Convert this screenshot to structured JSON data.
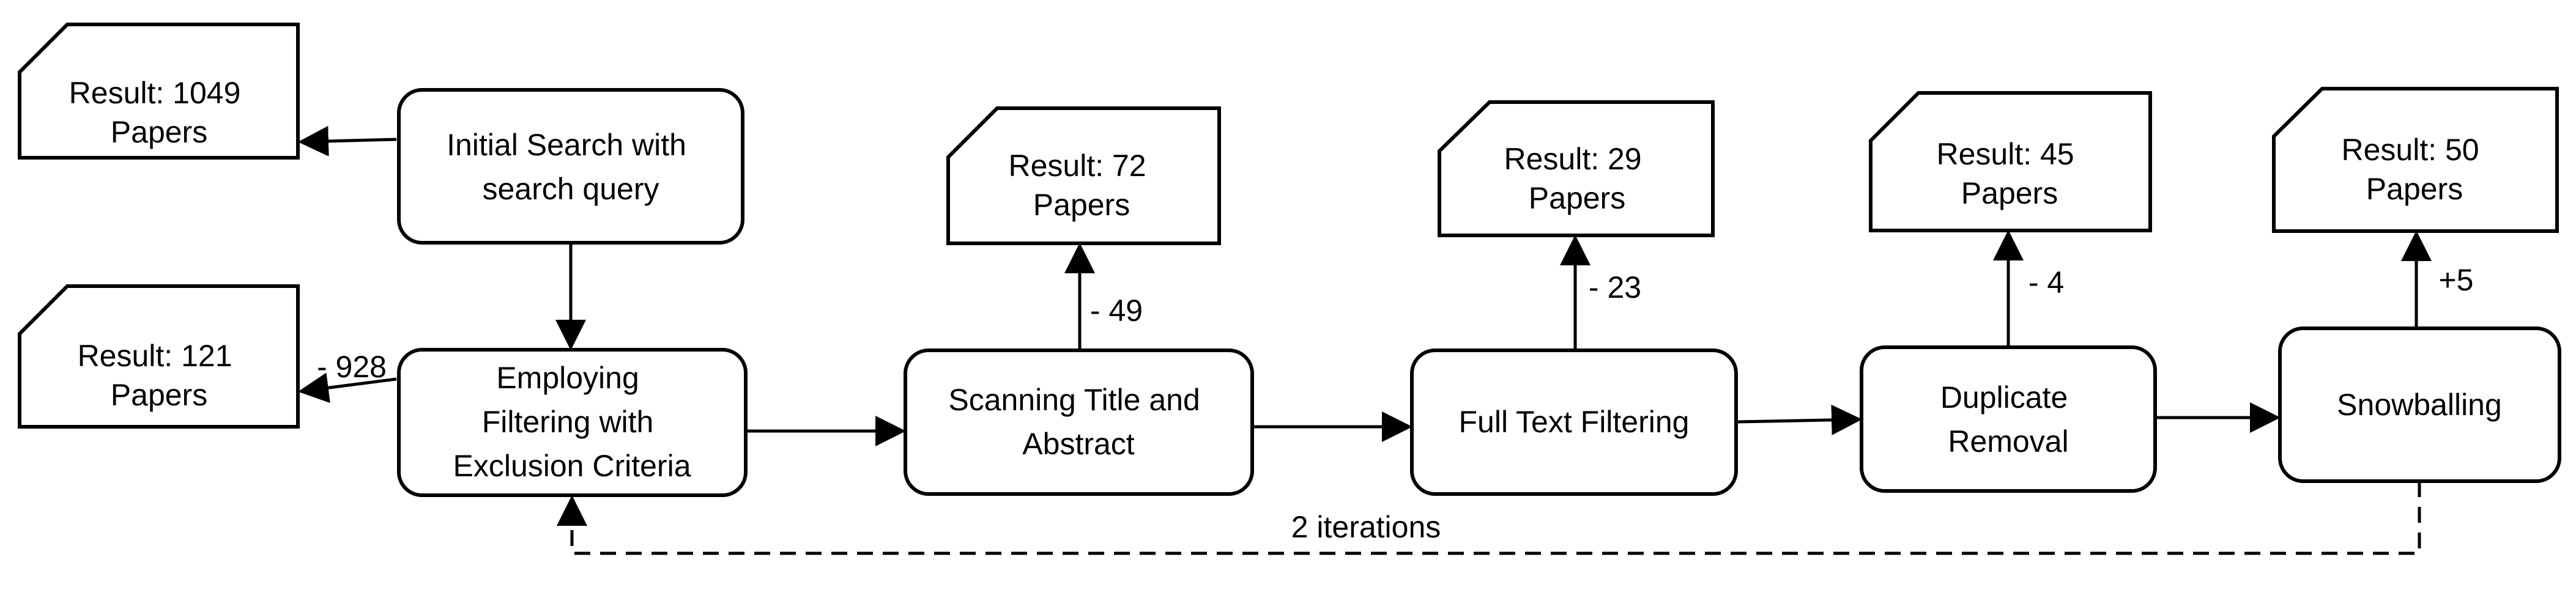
{
  "process": {
    "initial_search": [
      "Initial Search with",
      "search query"
    ],
    "employ_filter": [
      "Employing",
      "Filtering with",
      "Exclusion Criteria"
    ],
    "scan_title": [
      "Scanning Title and",
      "Abstract"
    ],
    "full_text": [
      "Full Text Filtering"
    ],
    "duplicate": [
      "Duplicate",
      "Removal"
    ],
    "snowballing": [
      "Snowballing"
    ]
  },
  "results": {
    "r1049": [
      "Result: 1049",
      "Papers"
    ],
    "r121": [
      "Result: 121",
      "Papers"
    ],
    "r72": [
      "Result: 72",
      "Papers"
    ],
    "r29": [
      "Result: 29",
      "Papers"
    ],
    "r45": [
      "Result: 45",
      "Papers"
    ],
    "r50": [
      "Result: 50",
      "Papers"
    ]
  },
  "edges": {
    "minus_928": "- 928",
    "minus_49": "- 49",
    "minus_23": "- 23",
    "minus_4": "- 4",
    "plus_5": "+5",
    "iterations": "2 iterations"
  }
}
